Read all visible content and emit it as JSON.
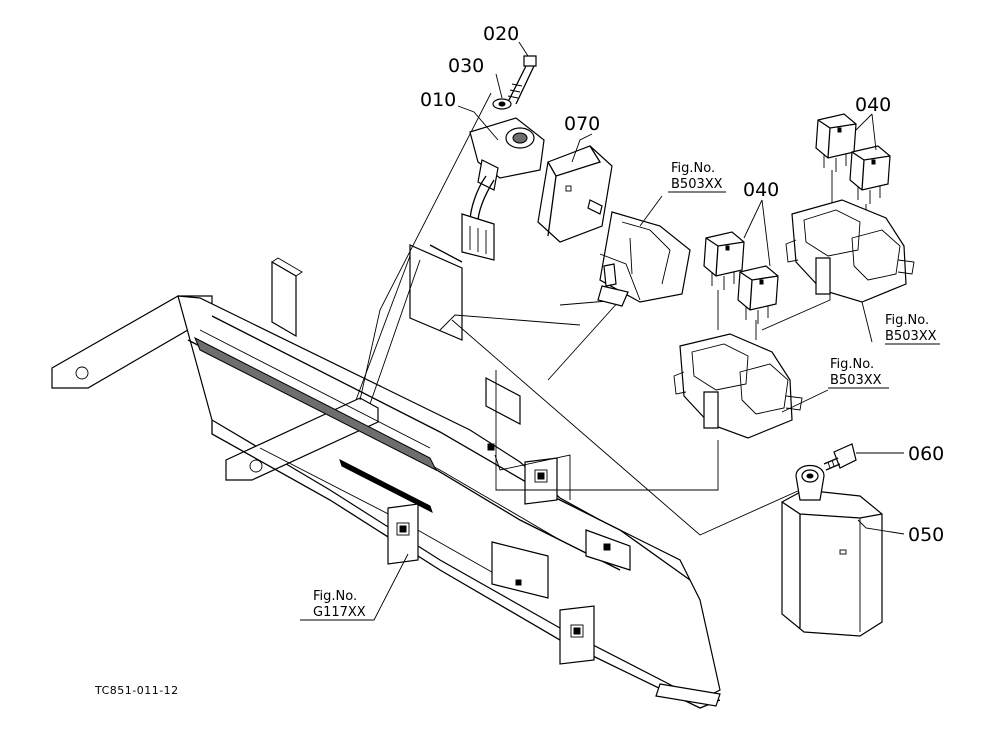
{
  "diagram": {
    "drawing_code": "TC851-011-12",
    "callouts": [
      {
        "id": "010",
        "label": "010"
      },
      {
        "id": "020",
        "label": "020"
      },
      {
        "id": "030",
        "label": "030"
      },
      {
        "id": "040a",
        "label": "040"
      },
      {
        "id": "040b",
        "label": "040"
      },
      {
        "id": "050",
        "label": "050"
      },
      {
        "id": "060",
        "label": "060"
      },
      {
        "id": "070",
        "label": "070"
      }
    ],
    "figure_refs": [
      {
        "id": "fr-top",
        "line1": "Fig.No.",
        "line2": "B503XX"
      },
      {
        "id": "fr-right",
        "line1": "Fig.No.",
        "line2": "B503XX"
      },
      {
        "id": "fr-mid",
        "line1": "Fig.No.",
        "line2": "B503XX"
      },
      {
        "id": "fr-bottom",
        "line1": "Fig.No.",
        "line2": "G117XX"
      }
    ]
  }
}
